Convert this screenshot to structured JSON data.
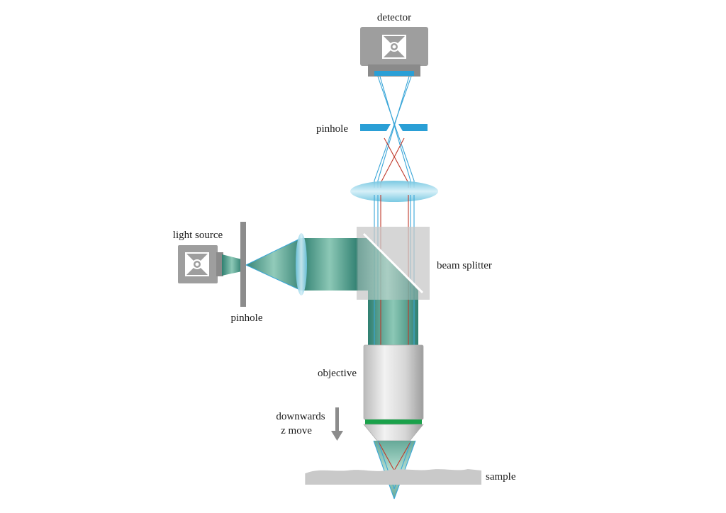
{
  "labels": {
    "detector": "detector",
    "pinhole_top": "pinhole",
    "light_source": "light source",
    "pinhole_left": "pinhole",
    "beam_splitter": "beam splitter",
    "objective": "objective",
    "z_move_line1": "downwards",
    "z_move_line2": "z move",
    "sample": "sample"
  },
  "colors": {
    "housing": "#9e9e9e",
    "housing_dark": "#808080",
    "pinhole_blue": "#2a9fd6",
    "ray_blue": "#3aa6d8",
    "ray_red": "#c0392b",
    "beam_green": "#4e9e8a",
    "lens_blue": "#8fd3e8",
    "objective_band": "#1aa14a",
    "sample_grey": "#c9c9c9"
  },
  "icons": [
    "light-source-icon",
    "detector-icon",
    "down-arrow-icon"
  ]
}
